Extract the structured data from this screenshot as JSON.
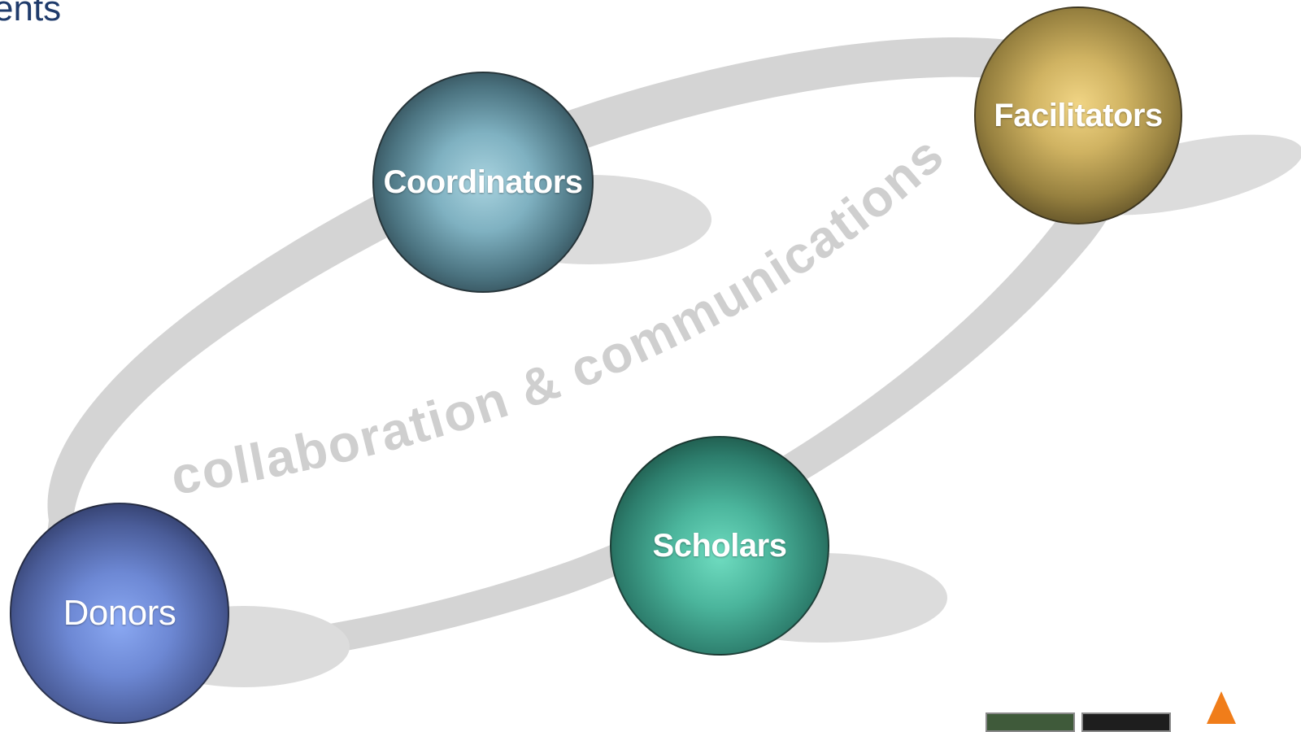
{
  "slide": {
    "title_fragment": "ents",
    "arc_text": "collaboration & communications"
  },
  "nodes": [
    {
      "label": "Coordinators",
      "color": "#7fb1c1"
    },
    {
      "label": "Facilitators",
      "color": "#d0b362"
    },
    {
      "label": "Scholars",
      "color": "#4bb59c"
    },
    {
      "label": "Donors",
      "color": "#6d88d4"
    }
  ],
  "colors": {
    "orbit": "#d4d4d4",
    "arc_text": "#cfcfcf",
    "title": "#1f3b6b",
    "cone": "#f07d1a"
  },
  "decorations": [
    "photo-thumbnail",
    "photo-thumbnail",
    "traffic-cone-icon"
  ]
}
